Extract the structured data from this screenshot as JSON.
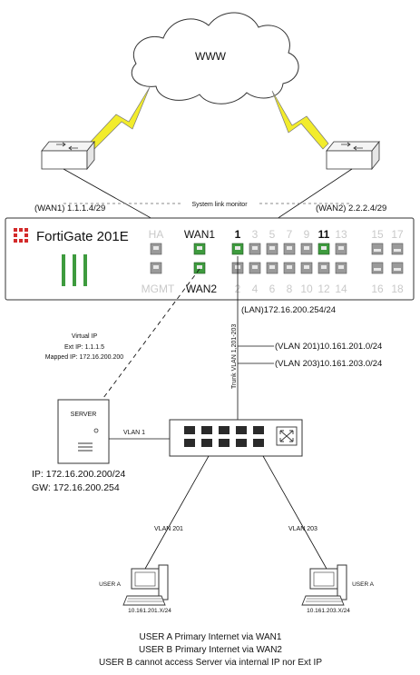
{
  "internet": {
    "label": "WWW"
  },
  "monitor": {
    "label": "System link monitor"
  },
  "wan1": {
    "label": "(WAN1) 1.1.1.4/29"
  },
  "wan2": {
    "label": "(WAN2) 2.2.2.4/29"
  },
  "firewall": {
    "brand": "FortiGate 201E",
    "port_labels": {
      "ha": "HA",
      "wan1": "WAN1",
      "mgmt": "MGMT",
      "wan2": "WAN2",
      "top": [
        "1",
        "3",
        "5",
        "7",
        "9",
        "11",
        "13"
      ],
      "bottom": [
        "2",
        "4",
        "6",
        "8",
        "10",
        "12",
        "14"
      ],
      "sfp_top": [
        "15",
        "17"
      ],
      "sfp_bottom": [
        "16",
        "18"
      ]
    },
    "active_ports": [
      "WAN1",
      "WAN2",
      "1",
      "11"
    ]
  },
  "lan": {
    "label": "(LAN)172.16.200.254/24"
  },
  "trunk": {
    "label": "Trunk VLAN 1,201-203"
  },
  "vlans": [
    {
      "label": "(VLAN 201)10.161.201.0/24"
    },
    {
      "label": "(VLAN 203)10.161.203.0/24"
    }
  ],
  "vip": {
    "title": "Virtual IP",
    "ext": "Ext IP: 1.1.1.5",
    "mapped": "Mapped IP: 172.16.200.200"
  },
  "server": {
    "label": "SERVER",
    "link": "VLAN 1",
    "ip": "IP: 172.16.200.200/24",
    "gw": "GW:  172.16.200.254"
  },
  "clients": [
    {
      "link": "VLAN 201",
      "name": "USER A",
      "subnet": "10.161.201.X/24"
    },
    {
      "link": "VLAN 203",
      "name": "USER A",
      "subnet": "10.161.203.X/24"
    }
  ],
  "notes": [
    "USER A Primary Internet via WAN1",
    "USER B Primary Internet via WAN2",
    "USER B cannot access Server via internal IP nor Ext IP"
  ],
  "colors": {
    "green": "#3e9b3e",
    "red": "#d32a2a",
    "bolt": "#f2ec2c"
  }
}
